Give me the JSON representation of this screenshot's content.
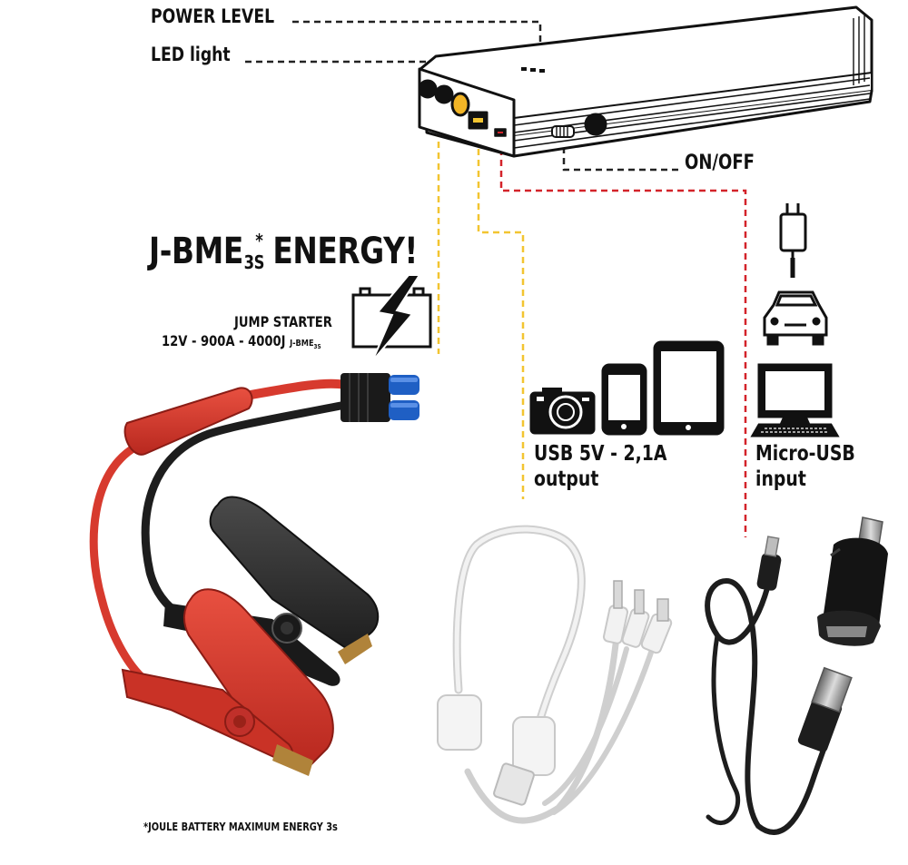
{
  "labels": {
    "power_level": "POWER LEVEL",
    "led_light": "LED light",
    "on_off": "ON/OFF",
    "title_main": "J-BME",
    "title_sub": "3S",
    "title_sup": "*",
    "title_end": " ENERGY!",
    "jump_starter": "JUMP STARTER",
    "jump_specs": "12V - 900A  - 4000J",
    "jump_specs_brand": "J-BME",
    "jump_specs_brand_sub": "3S",
    "usb_output_line1": "USB 5V - 2,1A",
    "usb_output_line2": "output",
    "micro_usb_line1": "Micro-USB",
    "micro_usb_line2": "input",
    "footnote": "*JOULE BATTERY MAXIMUM ENERGY 3s"
  },
  "icons": [
    "power-bank-icon",
    "battery-bolt-icon",
    "camera-icon",
    "smartphone-icon",
    "tablet-icon",
    "wall-charger-icon",
    "car-icon",
    "computer-monitor-icon",
    "jumper-clamps-icon",
    "usb-multi-cable-icon",
    "car-charger-icon",
    "micro-usb-cable-icon"
  ],
  "colors": {
    "yellow_line": "#f2c531",
    "red_line": "#d3232a",
    "clamp_red": "#d73a2e",
    "clamp_black": "#2a2a2a",
    "connector_blue": "#1f5fc4",
    "text": "#111111"
  }
}
